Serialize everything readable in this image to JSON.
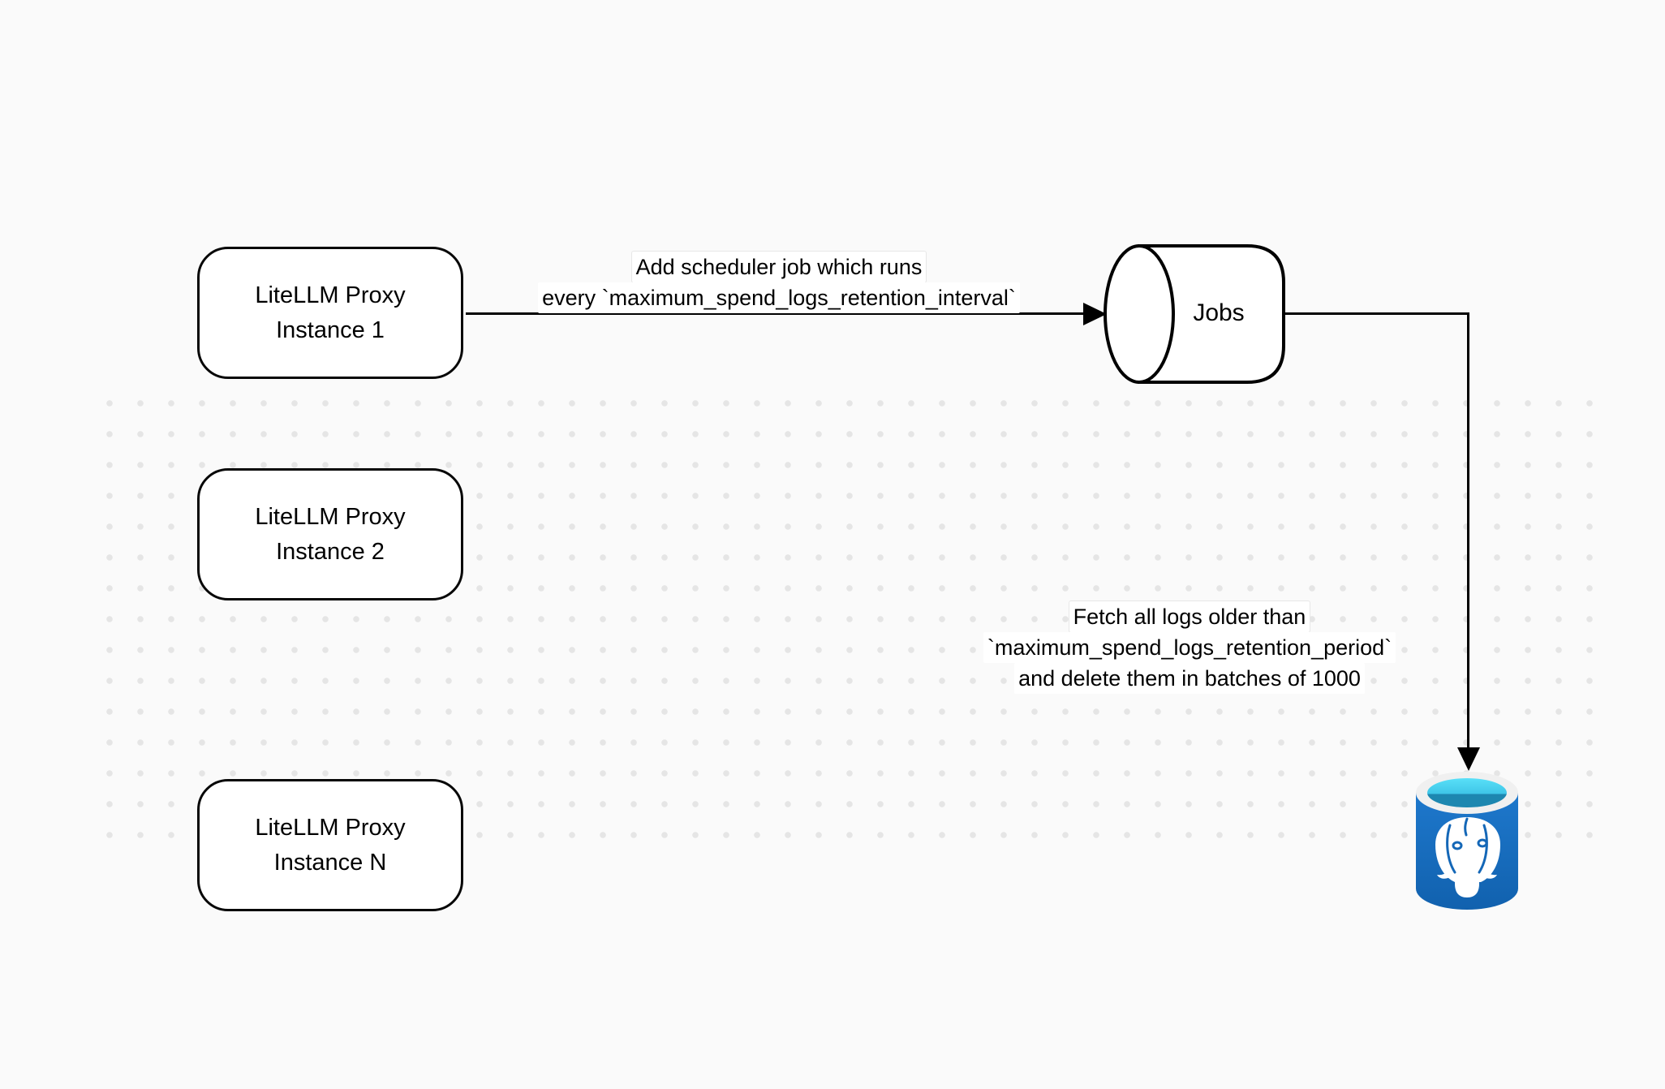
{
  "nodes": {
    "proxy1": {
      "lines": [
        "LiteLLM Proxy",
        "Instance 1"
      ]
    },
    "proxy2": {
      "lines": [
        "LiteLLM Proxy",
        "Instance 2"
      ]
    },
    "proxyN": {
      "lines": [
        "LiteLLM Proxy",
        "Instance N"
      ]
    },
    "jobs": {
      "label": "Jobs"
    },
    "postgres": {
      "icon": "postgresql-database-icon"
    }
  },
  "edges": {
    "scheduler": {
      "lines": [
        "Add scheduler job which runs",
        "every `maximum_spend_logs_retention_interval`"
      ]
    },
    "fetch": {
      "lines": [
        "Fetch all logs older than",
        "`maximum_spend_logs_retention_period`",
        "and delete them in batches of 1000"
      ]
    }
  },
  "colors": {
    "canvas_background": "#fafafa",
    "grid_dot": "#e5e5e5",
    "stroke": "#000000",
    "node_fill": "#ffffff",
    "label_background": "#ffffff",
    "postgres_body_top": "#1e78cc",
    "postgres_body_bottom": "#1161ae",
    "postgres_rim": "#f0f0f0",
    "postgres_liquid_top": "#59e0f8",
    "postgres_liquid_bottom": "#1d87b0",
    "postgres_elephant": "#ffffff",
    "postgres_detail": "#1467b7"
  }
}
